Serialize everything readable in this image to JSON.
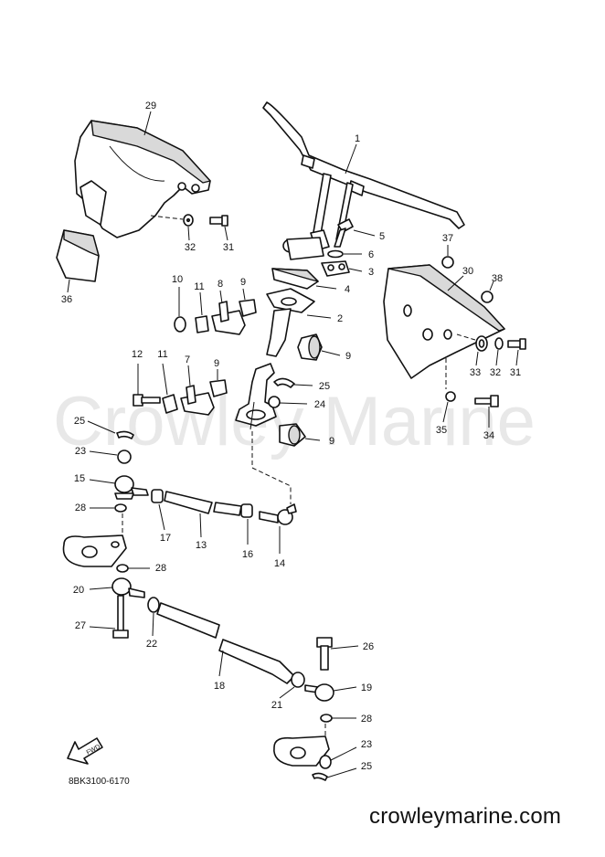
{
  "watermark": "Crowley Marine",
  "diagram_code": "8BK3100-6170",
  "website": "crowleymarine.com",
  "fwd_label": "FWD",
  "callouts": [
    "1",
    "2",
    "3",
    "4",
    "5",
    "6",
    "7",
    "8",
    "9",
    "10",
    "11",
    "12",
    "13",
    "14",
    "15",
    "16",
    "17",
    "18",
    "19",
    "20",
    "21",
    "22",
    "23",
    "24",
    "25",
    "26",
    "27",
    "28",
    "29",
    "30",
    "31",
    "32",
    "33",
    "34",
    "35",
    "36",
    "37",
    "38"
  ],
  "labels": {
    "l29": "29",
    "l32a": "32",
    "l31a": "31",
    "l36": "36",
    "l1": "1",
    "l5": "5",
    "l6": "6",
    "l3": "3",
    "l4": "4",
    "l2": "2",
    "l9a": "9",
    "l10": "10",
    "l11a": "11",
    "l8": "8",
    "l9b": "9",
    "l37": "37",
    "l30": "30",
    "l38": "38",
    "l33": "33",
    "l32b": "32",
    "l31b": "31",
    "l12": "12",
    "l11b": "11",
    "l7": "7",
    "l9c": "9",
    "l25a": "25",
    "l24": "24",
    "l9d": "9",
    "l35": "35",
    "l34": "34",
    "l25b": "25",
    "l23a": "23",
    "l15": "15",
    "l28a": "28",
    "l17": "17",
    "l13": "13",
    "l16": "16",
    "l14": "14",
    "l28b": "28",
    "l20": "20",
    "l27": "27",
    "l22": "22",
    "l18": "18",
    "l26": "26",
    "l21": "21",
    "l19": "19",
    "l28c": "28",
    "l23b": "23",
    "l25c": "25"
  }
}
